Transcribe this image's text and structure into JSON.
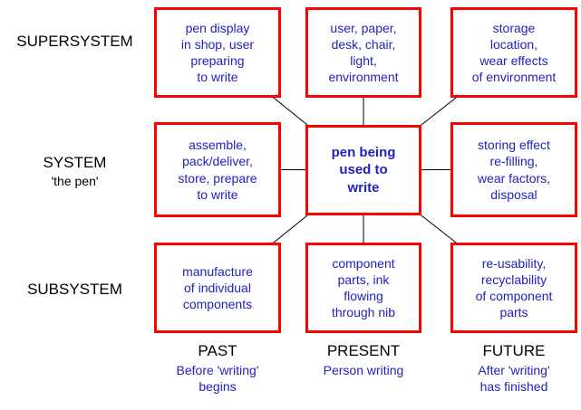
{
  "colors": {
    "page_bg": "#ffffff",
    "box_border": "#ff0000",
    "box_text": "#2222bb",
    "label_text": "#000000",
    "connector_line": "#000000"
  },
  "row_labels": [
    {
      "label": "SUPERSYSTEM",
      "sub": ""
    },
    {
      "label": "SYSTEM",
      "sub": "'the pen'"
    },
    {
      "label": "SUBSYSTEM",
      "sub": ""
    }
  ],
  "col_labels": [
    {
      "label": "PAST",
      "sub": "Before 'writing'\nbegins"
    },
    {
      "label": "PRESENT",
      "sub": "Person writing"
    },
    {
      "label": "FUTURE",
      "sub": "After 'writing'\nhas finished"
    }
  ],
  "cells": [
    {
      "id": "supersystem-past",
      "text": "pen display\nin shop, user\npreparing\nto write"
    },
    {
      "id": "supersystem-present",
      "text": "user, paper,\ndesk, chair,\nlight,\nenvironment"
    },
    {
      "id": "supersystem-future",
      "text": "storage\nlocation,\nwear effects\nof environment"
    },
    {
      "id": "system-past",
      "text": "assemble,\npack/deliver,\nstore, prepare\nto write"
    },
    {
      "id": "system-present",
      "text": "pen being\nused to\nwrite"
    },
    {
      "id": "system-future",
      "text": "storing effect\nre-filling,\nwear factors,\ndisposal"
    },
    {
      "id": "subsystem-past",
      "text": "manufacture\nof individual\ncomponents"
    },
    {
      "id": "subsystem-present",
      "text": "component\nparts, ink\nflowing\nthrough nib"
    },
    {
      "id": "subsystem-future",
      "text": "re-usability,\nrecyclability\nof component\nparts"
    }
  ]
}
